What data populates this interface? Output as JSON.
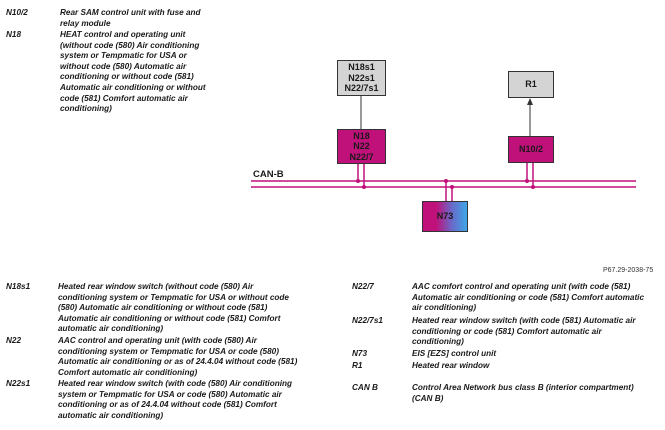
{
  "legend_top": [
    {
      "code": "N10/2",
      "desc": "Rear SAM control unit with fuse and relay module"
    },
    {
      "code": "N18",
      "desc": "HEAT control and operating unit (without code (580) Air conditioning system or Tempmatic for USA or without code (580) Automatic air conditioning or without code (581) Automatic air conditioning or without code (581) Comfort automatic air conditioning)"
    }
  ],
  "legend_left": [
    {
      "code": "N18s1",
      "desc": "Heated rear window switch (without code (580) Air conditioning system or Tempmatic for USA or without code (580) Automatic air conditioning or without code (581) Automatic air conditioning or without code (581) Comfort automatic air conditioning)"
    },
    {
      "code": "N22",
      "desc": "AAC control and operating unit (with code (580) Air conditioning system or Tempmatic for USA or code (580) Automatic air conditioning or as of 24.4.04 without code (581) Comfort automatic air conditioning)"
    },
    {
      "code": "N22s1",
      "desc": "Heated rear window switch (with code (580) Air conditioning system or Tempmatic for USA or code (580) Automatic air conditioning or as of 24.4.04 without code (581) Comfort automatic air conditioning)"
    }
  ],
  "legend_right": [
    {
      "code": "N22/7",
      "desc": "AAC comfort control and operating unit (with code (581) Automatic air conditioning or code (581) Comfort automatic air conditioning)"
    },
    {
      "code": "N22/7s1",
      "desc": "Heated rear window switch (with code (581) Automatic air conditioning or code (581) Comfort automatic air conditioning)"
    },
    {
      "code": "N73",
      "desc": "EIS [EZS] control unit"
    },
    {
      "code": "R1",
      "desc": "Heated rear window"
    },
    {
      "code": "CAN B",
      "desc": "Control Area Network bus class B (interior compartment) (CAN B)"
    }
  ],
  "diagram": {
    "switch_box": [
      "N18s1",
      "N22s1",
      "N22/7s1"
    ],
    "control_box": [
      "N18",
      "N22",
      "N22/7"
    ],
    "r1_box": "R1",
    "sam_box": "N10/2",
    "eis_box": "N73",
    "bus_label": "CAN-B",
    "bus_color": "#c0107a"
  },
  "doc_ref": "P67.29-2038-75"
}
